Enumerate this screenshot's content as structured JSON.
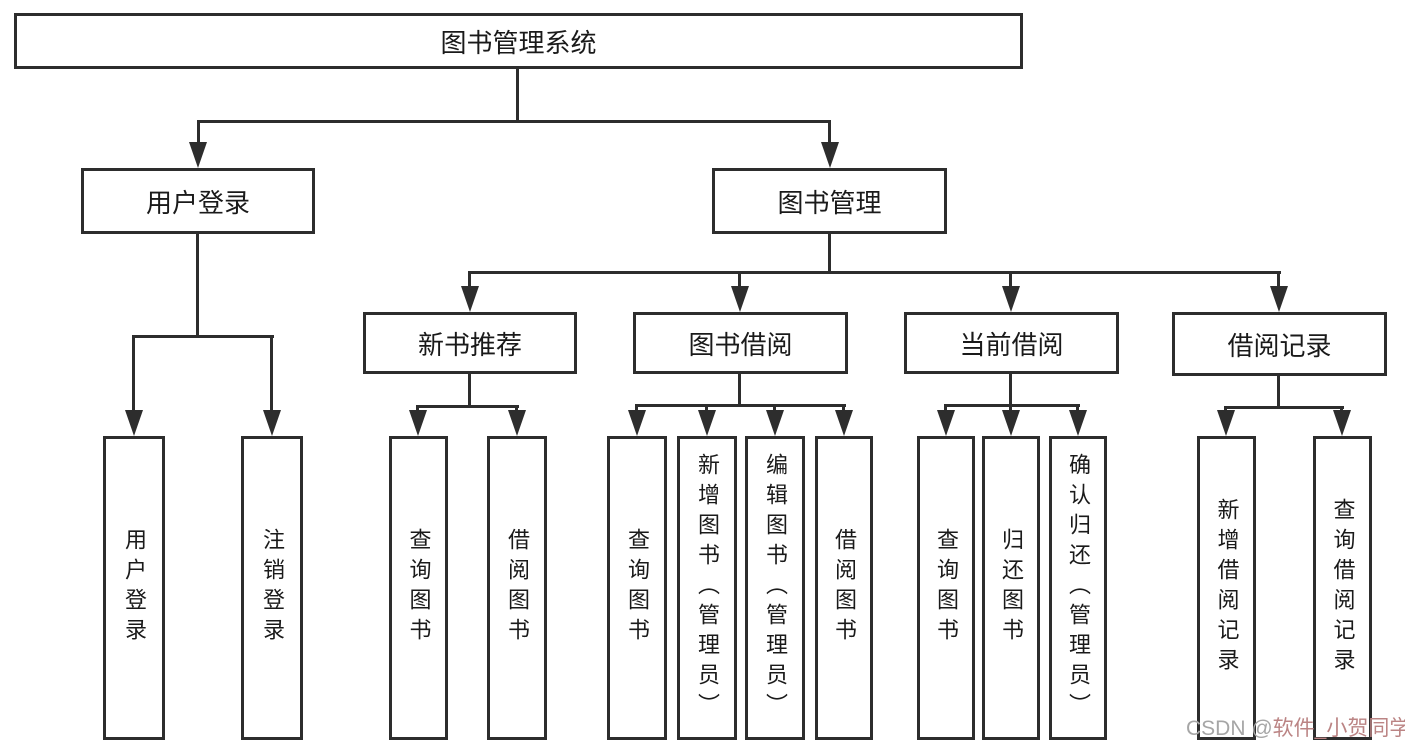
{
  "colors": {
    "background": "#ffffff",
    "line": "#2d2d2d",
    "box_fill": "#ffffff",
    "text": "#1a1a1a",
    "watermark_prefix": "#a6a6a6",
    "watermark_username": "#bb8484"
  },
  "tree": {
    "root": {
      "label": "图书管理系统"
    },
    "branches": [
      {
        "label": "用户登录",
        "children": [
          {
            "label": "用户登录"
          },
          {
            "label": "注销登录"
          }
        ]
      },
      {
        "label": "图书管理",
        "children": [
          {
            "label": "新书推荐",
            "children": [
              {
                "label": "查询图书"
              },
              {
                "label": "借阅图书"
              }
            ]
          },
          {
            "label": "图书借阅",
            "children": [
              {
                "label": "查询图书"
              },
              {
                "label": "新增图书（管理员）"
              },
              {
                "label": "编辑图书（管理员）"
              },
              {
                "label": "借阅图书"
              }
            ]
          },
          {
            "label": "当前借阅",
            "children": [
              {
                "label": "查询图书"
              },
              {
                "label": "归还图书"
              },
              {
                "label": "确认归还（管理员）"
              }
            ]
          },
          {
            "label": "借阅记录",
            "children": [
              {
                "label": "新增借阅记录"
              },
              {
                "label": "查询借阅记录"
              }
            ]
          }
        ]
      }
    ]
  },
  "watermark": {
    "prefix": "CSDN @",
    "username": "软件_小贺同学"
  }
}
